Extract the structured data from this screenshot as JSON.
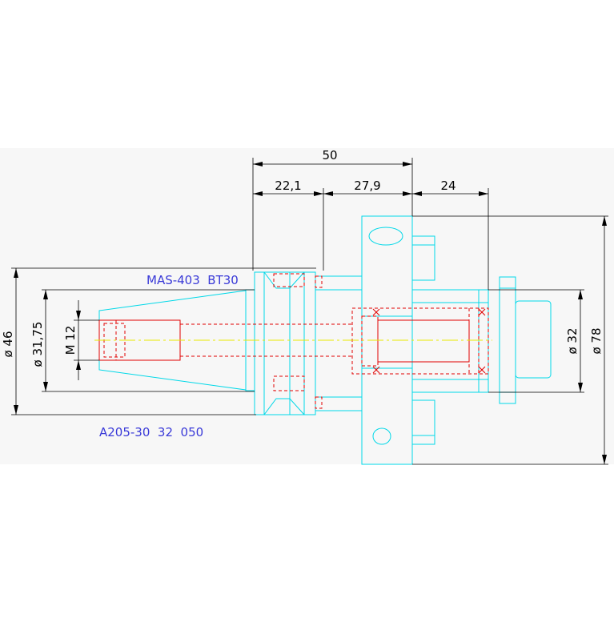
{
  "labels": {
    "holder_name": "MAS-403  BT30",
    "part_number": "A205-30  32  050"
  },
  "dimensions": {
    "overall_length": "50",
    "taper_length": "22,1",
    "body_length": "27,9",
    "arbor_length": "24",
    "dia_taper": "ø 46",
    "dia_gauge": "ø 31,75",
    "thread": "M 12",
    "dia_arbor": "ø 32",
    "dia_flange": "ø 78"
  },
  "colors": {
    "outline": "#00d8e8",
    "hidden": "#e00000",
    "centerline": "#e8e800",
    "dimension": "#000000",
    "label": "#3a3ad8"
  }
}
